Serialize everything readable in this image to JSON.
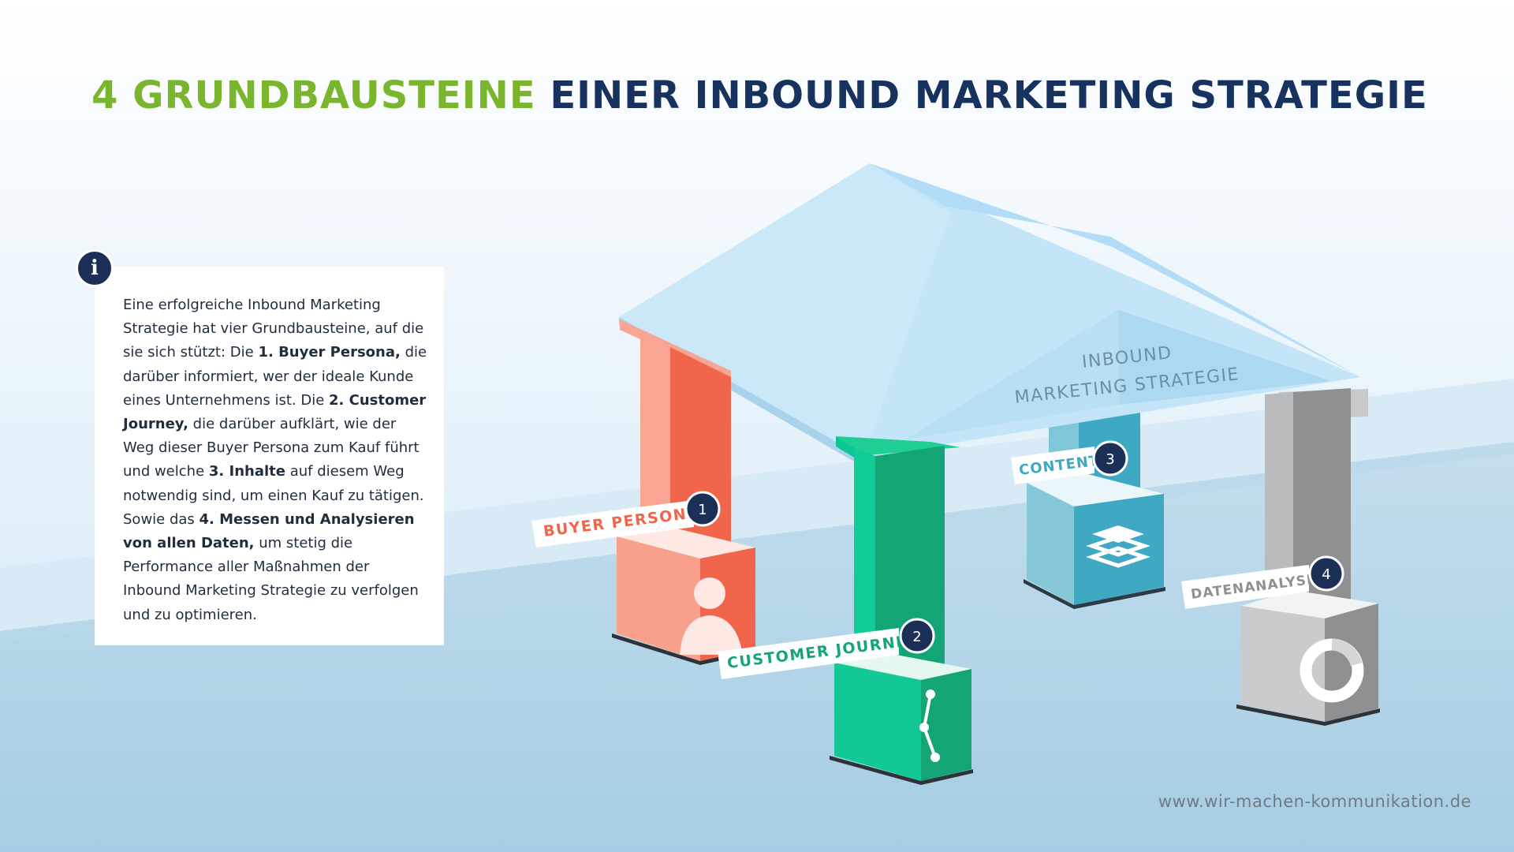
{
  "title": {
    "highlight": "4 GRUNDBAUSTEINE",
    "rest": " EINER INBOUND MARKETING STRATEGIE"
  },
  "info": {
    "badge": "i",
    "segments": [
      {
        "text": "Eine erfolgreiche Inbound Marketing Strategie hat vier Grundbausteine, auf die sie sich stützt: Die ",
        "bold": false
      },
      {
        "text": "1. Buyer Persona,",
        "bold": true
      },
      {
        "text": " die darüber informiert, wer der ideale Kunde eines Unternehmens ist. Die ",
        "bold": false
      },
      {
        "text": "2. Customer Journey,",
        "bold": true
      },
      {
        "text": " die darüber aufklärt, wie der Weg dieser Buyer Persona zum Kauf führt und welche ",
        "bold": false
      },
      {
        "text": "3. Inhalte",
        "bold": true
      },
      {
        "text": " auf diesem Weg notwendig sind, um einen Kauf zu tätigen. Sowie das ",
        "bold": false
      },
      {
        "text": "4. Messen und Analysieren von allen Daten,",
        "bold": true
      },
      {
        "text": " um stetig die Performance aller Maßnahmen der Inbound Marketing Strategie zu verfolgen und zu optimieren.",
        "bold": false
      }
    ]
  },
  "roof": {
    "label_line1": "INBOUND",
    "label_line2": "MARKETING STRATEGIE"
  },
  "pillars": [
    {
      "number": "1",
      "label": "BUYER PERSONA",
      "color": "#f2654d",
      "icon": "person-icon"
    },
    {
      "number": "2",
      "label": "CUSTOMER JOURNEY",
      "color": "#14a577",
      "icon": "route-icon"
    },
    {
      "number": "3",
      "label": "CONTENT",
      "color": "#3fa9c4",
      "icon": "layers-icon"
    },
    {
      "number": "4",
      "label": "DATENANALYSE",
      "color": "#8e9092",
      "icon": "donut-chart-icon"
    }
  ],
  "colors": {
    "navy": "#17325e",
    "green_accent": "#7ab52e",
    "badge": "#1b2f57",
    "roof": "#bfe4f8"
  },
  "footer": {
    "url": "www.wir-machen-kommunikation.de"
  }
}
